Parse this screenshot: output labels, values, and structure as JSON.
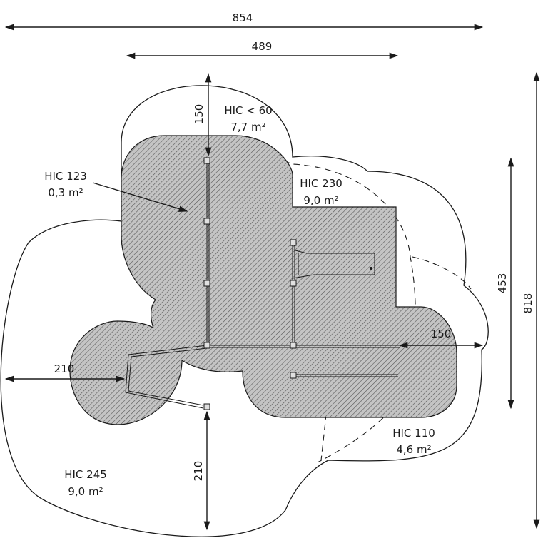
{
  "dimensions": {
    "top_overall": "854",
    "top_inner": "489",
    "right_overall": "818",
    "right_inner": "453",
    "top_fall": "150",
    "right_fall": "150",
    "left_fall": "210",
    "bottom_fall": "210"
  },
  "zones": [
    {
      "hic": "HIC < 60",
      "area": "7,7 m²"
    },
    {
      "hic": "HIC 123",
      "area": "0,3 m²"
    },
    {
      "hic": "HIC 230",
      "area": "9,0 m²"
    },
    {
      "hic": "HIC 110",
      "area": "4,6 m²"
    },
    {
      "hic": "HIC 245",
      "area": "9,0 m²"
    }
  ],
  "colors": {
    "line": "#1a1a1a",
    "hatch_fill": "#bdbdbd",
    "background": "#ffffff"
  }
}
